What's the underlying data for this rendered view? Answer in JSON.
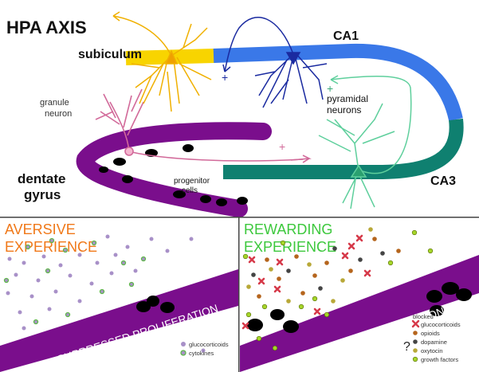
{
  "top": {
    "title": "HPA AXIS",
    "labels": {
      "subiculum": "subiculum",
      "ca1": "CA1",
      "ca3": "CA3",
      "granule_line1": "granule",
      "granule_line2": "neuron",
      "dentate_line1": "dentate",
      "dentate_line2": "gyrus",
      "pyramidal_line1": "pyramidal",
      "pyramidal_line2": "neurons",
      "progenitor_line1": "progenitor",
      "progenitor_line2": "cells"
    },
    "signs": {
      "plus": "+"
    }
  },
  "left_panel": {
    "heading_line1": "AVERSIVE",
    "heading_line2": "EXPERIENCE",
    "band_text": "SUPPRESSED PROLIFERATION",
    "legend": [
      {
        "label": "glucocorticoids",
        "color": "#a890c8"
      },
      {
        "label": "cytokines",
        "color": "#5fb84a"
      }
    ]
  },
  "right_panel": {
    "heading_line1": "REWARDING",
    "heading_line2": "EXPERIENCE",
    "band_text": "ENHANCED PROLIFERATION",
    "legend": [
      {
        "label_line1": "blocked",
        "label_line2": "glucocorticoids",
        "color": "#d63a4a"
      },
      {
        "label": "opioids",
        "color": "#b5651d"
      },
      {
        "label": "dopamine",
        "color": "#444444"
      },
      {
        "label": "oxytocin",
        "color": "#b8a838"
      },
      {
        "label": "growth factors",
        "color": "#a6d62a"
      }
    ],
    "question_mark": "?"
  },
  "colors": {
    "subiculum": "#f8d400",
    "ca1": "#3a78e8",
    "ca3": "#0f8070",
    "dentate": "#7a0e8c",
    "granule": "#d26a9a",
    "pyramidal_ca1": "#1a2aa0",
    "pyramidal_ca3": "#5ecf9c",
    "aversive_heading": "#f07818",
    "rewarding_heading": "#3cc83c"
  }
}
